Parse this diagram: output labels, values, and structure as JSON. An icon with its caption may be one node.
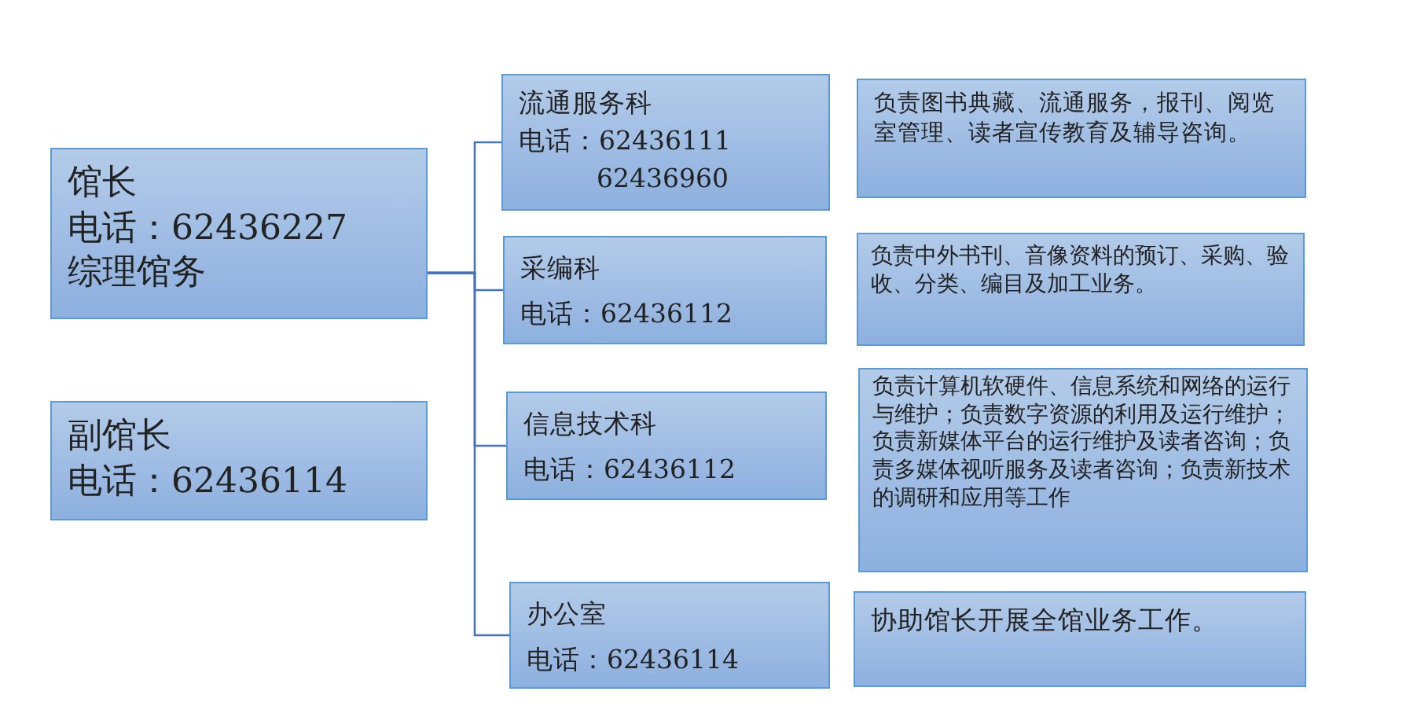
{
  "diagram": {
    "nodes": [
      {
        "text": [
          "馆长",
          "电话：62436227",
          "综理馆务"
        ]
      },
      {
        "text": [
          "副馆长",
          "电话：62436114"
        ]
      },
      {
        "text": [
          "流通服务科",
          "电话：62436111 62436960"
        ]
      },
      {
        "text": [
          "采编科",
          "电话：62436112"
        ]
      },
      {
        "text": [
          "信息技术科",
          "电话：62436112"
        ]
      },
      {
        "text": [
          "办公室",
          "电话：62436114"
        ]
      },
      {
        "text": [
          "负责图书典藏、流通服务，报刊、阅览室管理、读者宣传教育及辅导咨询。"
        ]
      },
      {
        "text": [
          "负责中外书刊、音像资料的预订、采购、验收、分类、编目及加工业务。"
        ]
      },
      {
        "text": [
          "负责计算机软硬件、信息系统和网络的运行与维护；负责数字资源的利用及运行维护；负责新媒体平台的运行维护及读者咨询；负责多媒体视听服务及读者咨询；负责新技术的调研和应用等工作"
        ]
      },
      {
        "text": [
          "协助馆长开展全馆业务工作。"
        ]
      }
    ],
    "edges": [
      {
        "from": 0,
        "to": 2,
        "arrow": "none"
      },
      {
        "from": 0,
        "to": 3,
        "arrow": "none"
      },
      {
        "from": 0,
        "to": 4,
        "arrow": "none"
      },
      {
        "from": 0,
        "to": 5,
        "arrow": "none"
      }
    ]
  }
}
